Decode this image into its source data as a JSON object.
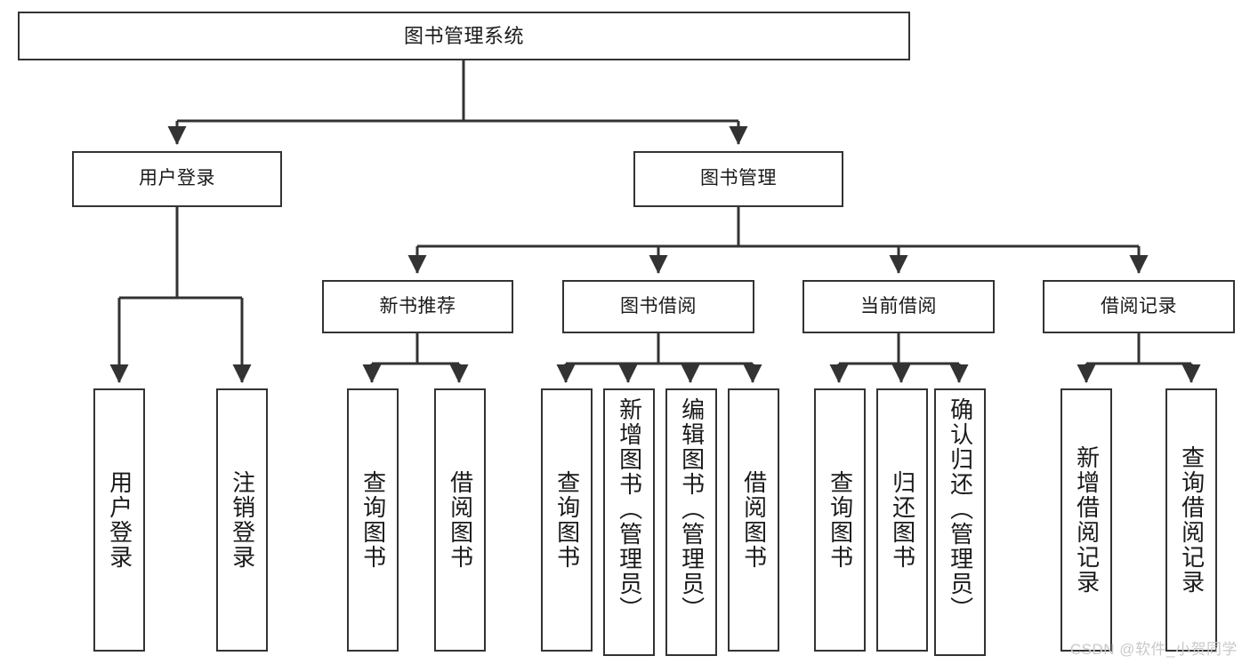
{
  "diagram": {
    "title": "图书管理系统",
    "type": "tree-hierarchy",
    "watermark": "CSDN @软件_小贺同学",
    "colors": {
      "node_border": "#333333",
      "node_fill": "#ffffff",
      "edge": "#333333",
      "text": "#1a1a1a",
      "watermark": "#c9c9c9",
      "background": "#ffffff"
    },
    "root": {
      "label": "图书管理系统"
    },
    "level2": [
      {
        "label": "用户登录"
      },
      {
        "label": "图书管理"
      }
    ],
    "level3": [
      {
        "label": "新书推荐"
      },
      {
        "label": "图书借阅"
      },
      {
        "label": "当前借阅"
      },
      {
        "label": "借阅记录"
      }
    ],
    "leaves": {
      "user_login": [
        {
          "label": "用户登录"
        },
        {
          "label": "注销登录"
        }
      ],
      "new_book_recommend": [
        {
          "label": "查询图书"
        },
        {
          "label": "借阅图书"
        }
      ],
      "book_borrow": [
        {
          "label": "查询图书"
        },
        {
          "label": "新增图书（管理员）"
        },
        {
          "label": "编辑图书（管理员）"
        },
        {
          "label": "借阅图书"
        }
      ],
      "current_borrow": [
        {
          "label": "查询图书"
        },
        {
          "label": "归还图书"
        },
        {
          "label": "确认归还（管理员）"
        }
      ],
      "borrow_record": [
        {
          "label": "新增借阅记录"
        },
        {
          "label": "查询借阅记录"
        }
      ]
    }
  }
}
